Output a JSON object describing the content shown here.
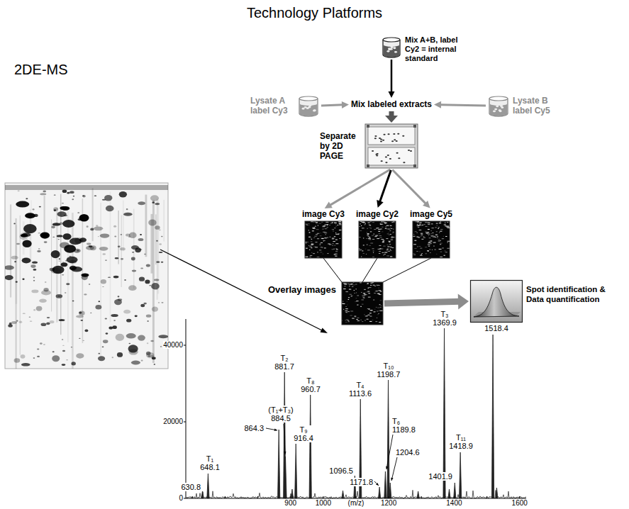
{
  "diagram": {
    "title": "Technology Platforms",
    "nodes": [
      {
        "text": [
          "Mix A+B, label Cy2 = internal standard"
        ]
      },
      {
        "text": [
          "Lysate A label Cy3"
        ]
      },
      {
        "text": [
          "Lysate B label Cy5"
        ]
      },
      {
        "text": [
          "Mix labeled extracts"
        ]
      },
      {
        "text": [
          "Separate by 2D PAGE"
        ]
      },
      {
        "text": [
          "image Cy3"
        ]
      },
      {
        "text": [
          "image Cy2"
        ]
      },
      {
        "text": [
          "image Cy5"
        ]
      },
      {
        "text": [
          "Overlay images"
        ]
      },
      {
        "text": [
          "Spot identification & Data quantification"
        ]
      }
    ],
    "edges": [
      {
        "from": 0,
        "to": 3,
        "arrow": "to"
      },
      {
        "from": 1,
        "to": 3,
        "arrow": "to"
      },
      {
        "from": 2,
        "to": 3,
        "arrow": "to"
      },
      {
        "from": 3,
        "to": 4,
        "arrow": "to"
      },
      {
        "from": 4,
        "to": 5,
        "arrow": "to"
      },
      {
        "from": 4,
        "to": 6,
        "arrow": "to"
      },
      {
        "from": 4,
        "to": 7,
        "arrow": "to"
      },
      {
        "from": 5,
        "to": 8,
        "arrow": "none"
      },
      {
        "from": 6,
        "to": 8,
        "arrow": "none"
      },
      {
        "from": 7,
        "to": 8,
        "arrow": "none"
      },
      {
        "from": 8,
        "to": 9,
        "arrow": "to"
      }
    ],
    "labels": [
      "2DE-MS",
      "T₁ 648.1",
      "630.8",
      "T₂ 881.7",
      "864.3",
      "(T₁+T₃) 884.5",
      "T₉ 916.4",
      "T₈ 960.7",
      "1096.5",
      "T₄ 1113.6",
      "1171.8",
      "T₆ 1189.8",
      "T₁₀ 1198.7",
      "1204.6",
      "T₃ 1369.9",
      "1401.9",
      "T₁₁ 1418.9",
      "1518.4",
      "40000",
      "20000",
      "0",
      "900",
      "1000",
      "(m/z)",
      "1200",
      "1400",
      "1600"
    ]
  }
}
